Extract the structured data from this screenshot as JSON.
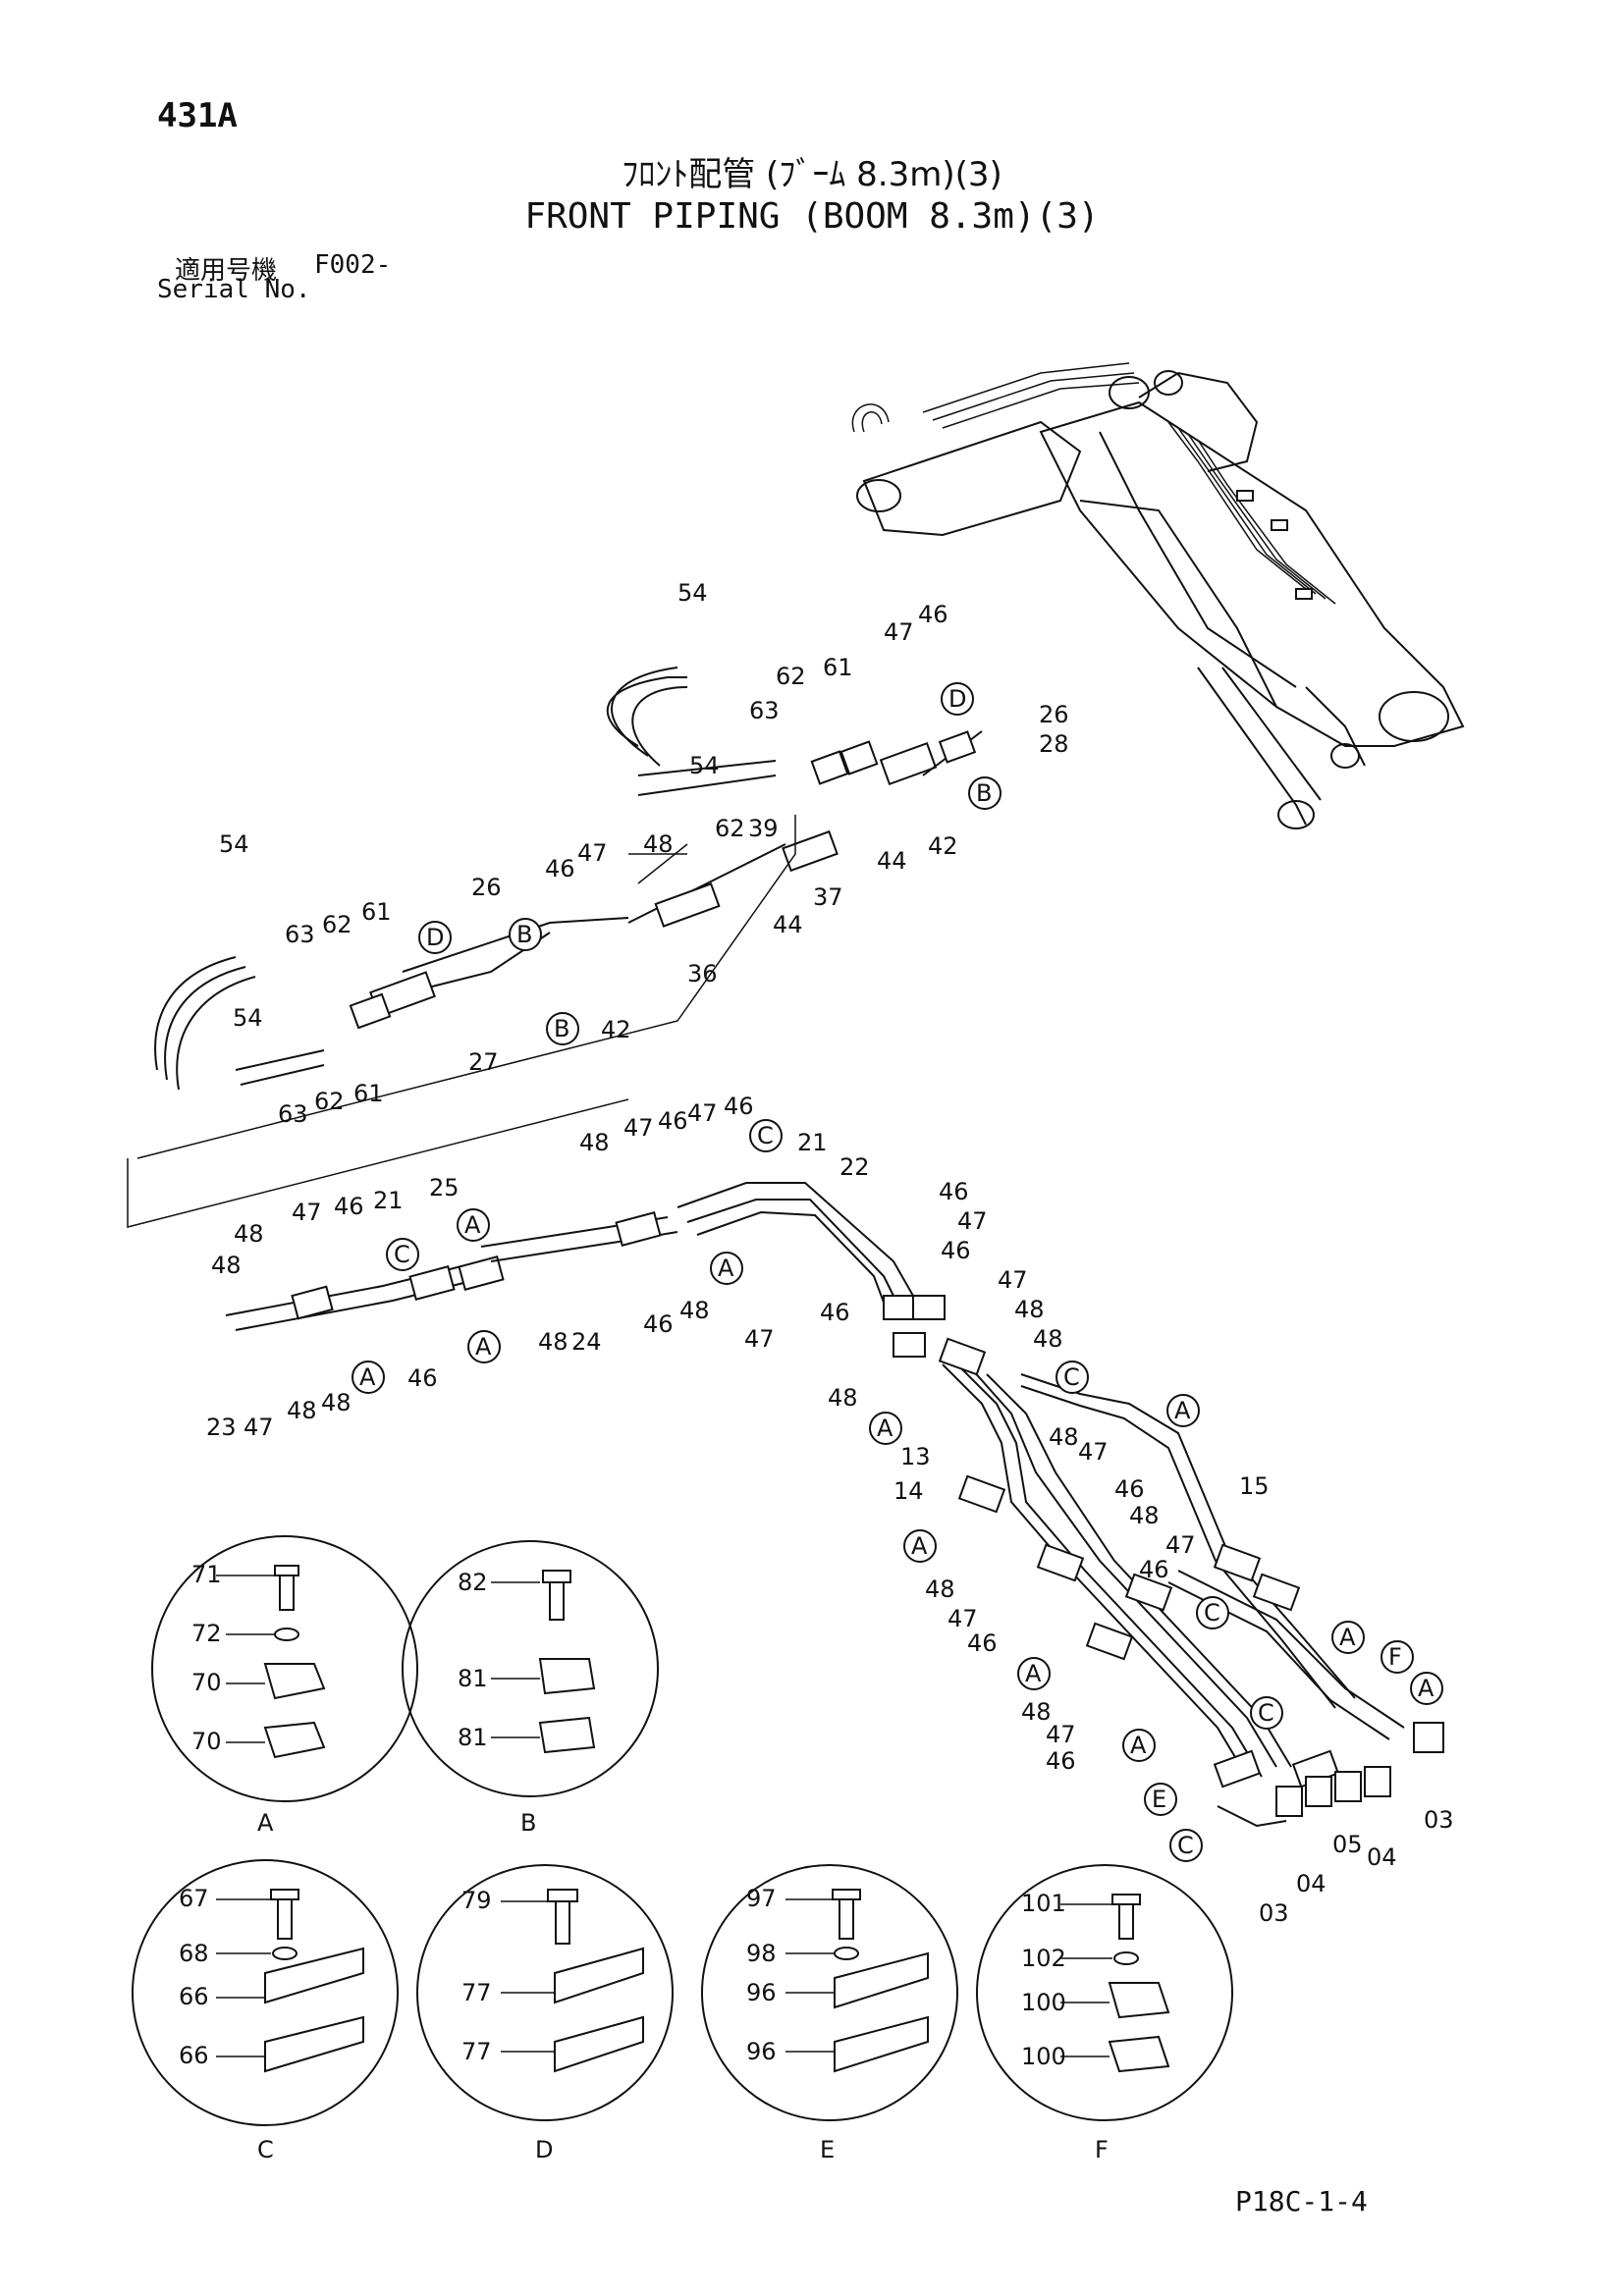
{
  "header": {
    "page_code": "431A",
    "title_jp": "ﾌﾛﾝﾄ配管 (ﾌﾞｰﾑ 8.3m)(3)",
    "title_en": "FRONT PIPING (BOOM 8.3m)(3)",
    "serial_label_jp": "適用号機",
    "serial_value": "F002-",
    "serial_label_en": "Serial No."
  },
  "footer": {
    "page_ref": "P18C-1-4"
  },
  "callouts": {
    "upper_assembly": [
      "54",
      "54",
      "47",
      "46",
      "62",
      "61",
      "63",
      "26",
      "28",
      "62",
      "39",
      "42",
      "44",
      "37",
      "44",
      "36",
      "48",
      "47",
      "46",
      "26",
      "27",
      "42",
      "61",
      "62",
      "63",
      "54",
      "54",
      "63",
      "62",
      "61"
    ],
    "middle_assembly": [
      "48",
      "47",
      "46",
      "47",
      "46",
      "21",
      "22",
      "25",
      "46",
      "47",
      "46",
      "47",
      "46",
      "48",
      "48",
      "48",
      "48",
      "48",
      "24",
      "23",
      "47",
      "46",
      "48",
      "48",
      "47",
      "46",
      "21",
      "47",
      "46",
      "48",
      "48"
    ],
    "lower_assembly": [
      "13",
      "14",
      "15",
      "48",
      "47",
      "46",
      "48",
      "47",
      "46",
      "48",
      "47",
      "46",
      "48",
      "47",
      "46",
      "03",
      "04",
      "05",
      "04",
      "03"
    ],
    "detail_labels": [
      "A",
      "B",
      "C",
      "D",
      "E",
      "F"
    ]
  },
  "details": [
    {
      "id": "A",
      "label": "A",
      "parts": [
        "71",
        "72",
        "70",
        "70"
      ]
    },
    {
      "id": "B",
      "label": "B",
      "parts": [
        "82",
        "81",
        "81"
      ]
    },
    {
      "id": "C",
      "label": "C",
      "parts": [
        "67",
        "68",
        "66",
        "66"
      ]
    },
    {
      "id": "D",
      "label": "D",
      "parts": [
        "79",
        "77",
        "77"
      ]
    },
    {
      "id": "E",
      "label": "E",
      "parts": [
        "97",
        "98",
        "96",
        "96"
      ]
    },
    {
      "id": "F",
      "label": "F",
      "parts": [
        "101",
        "102",
        "100",
        "100"
      ]
    }
  ]
}
